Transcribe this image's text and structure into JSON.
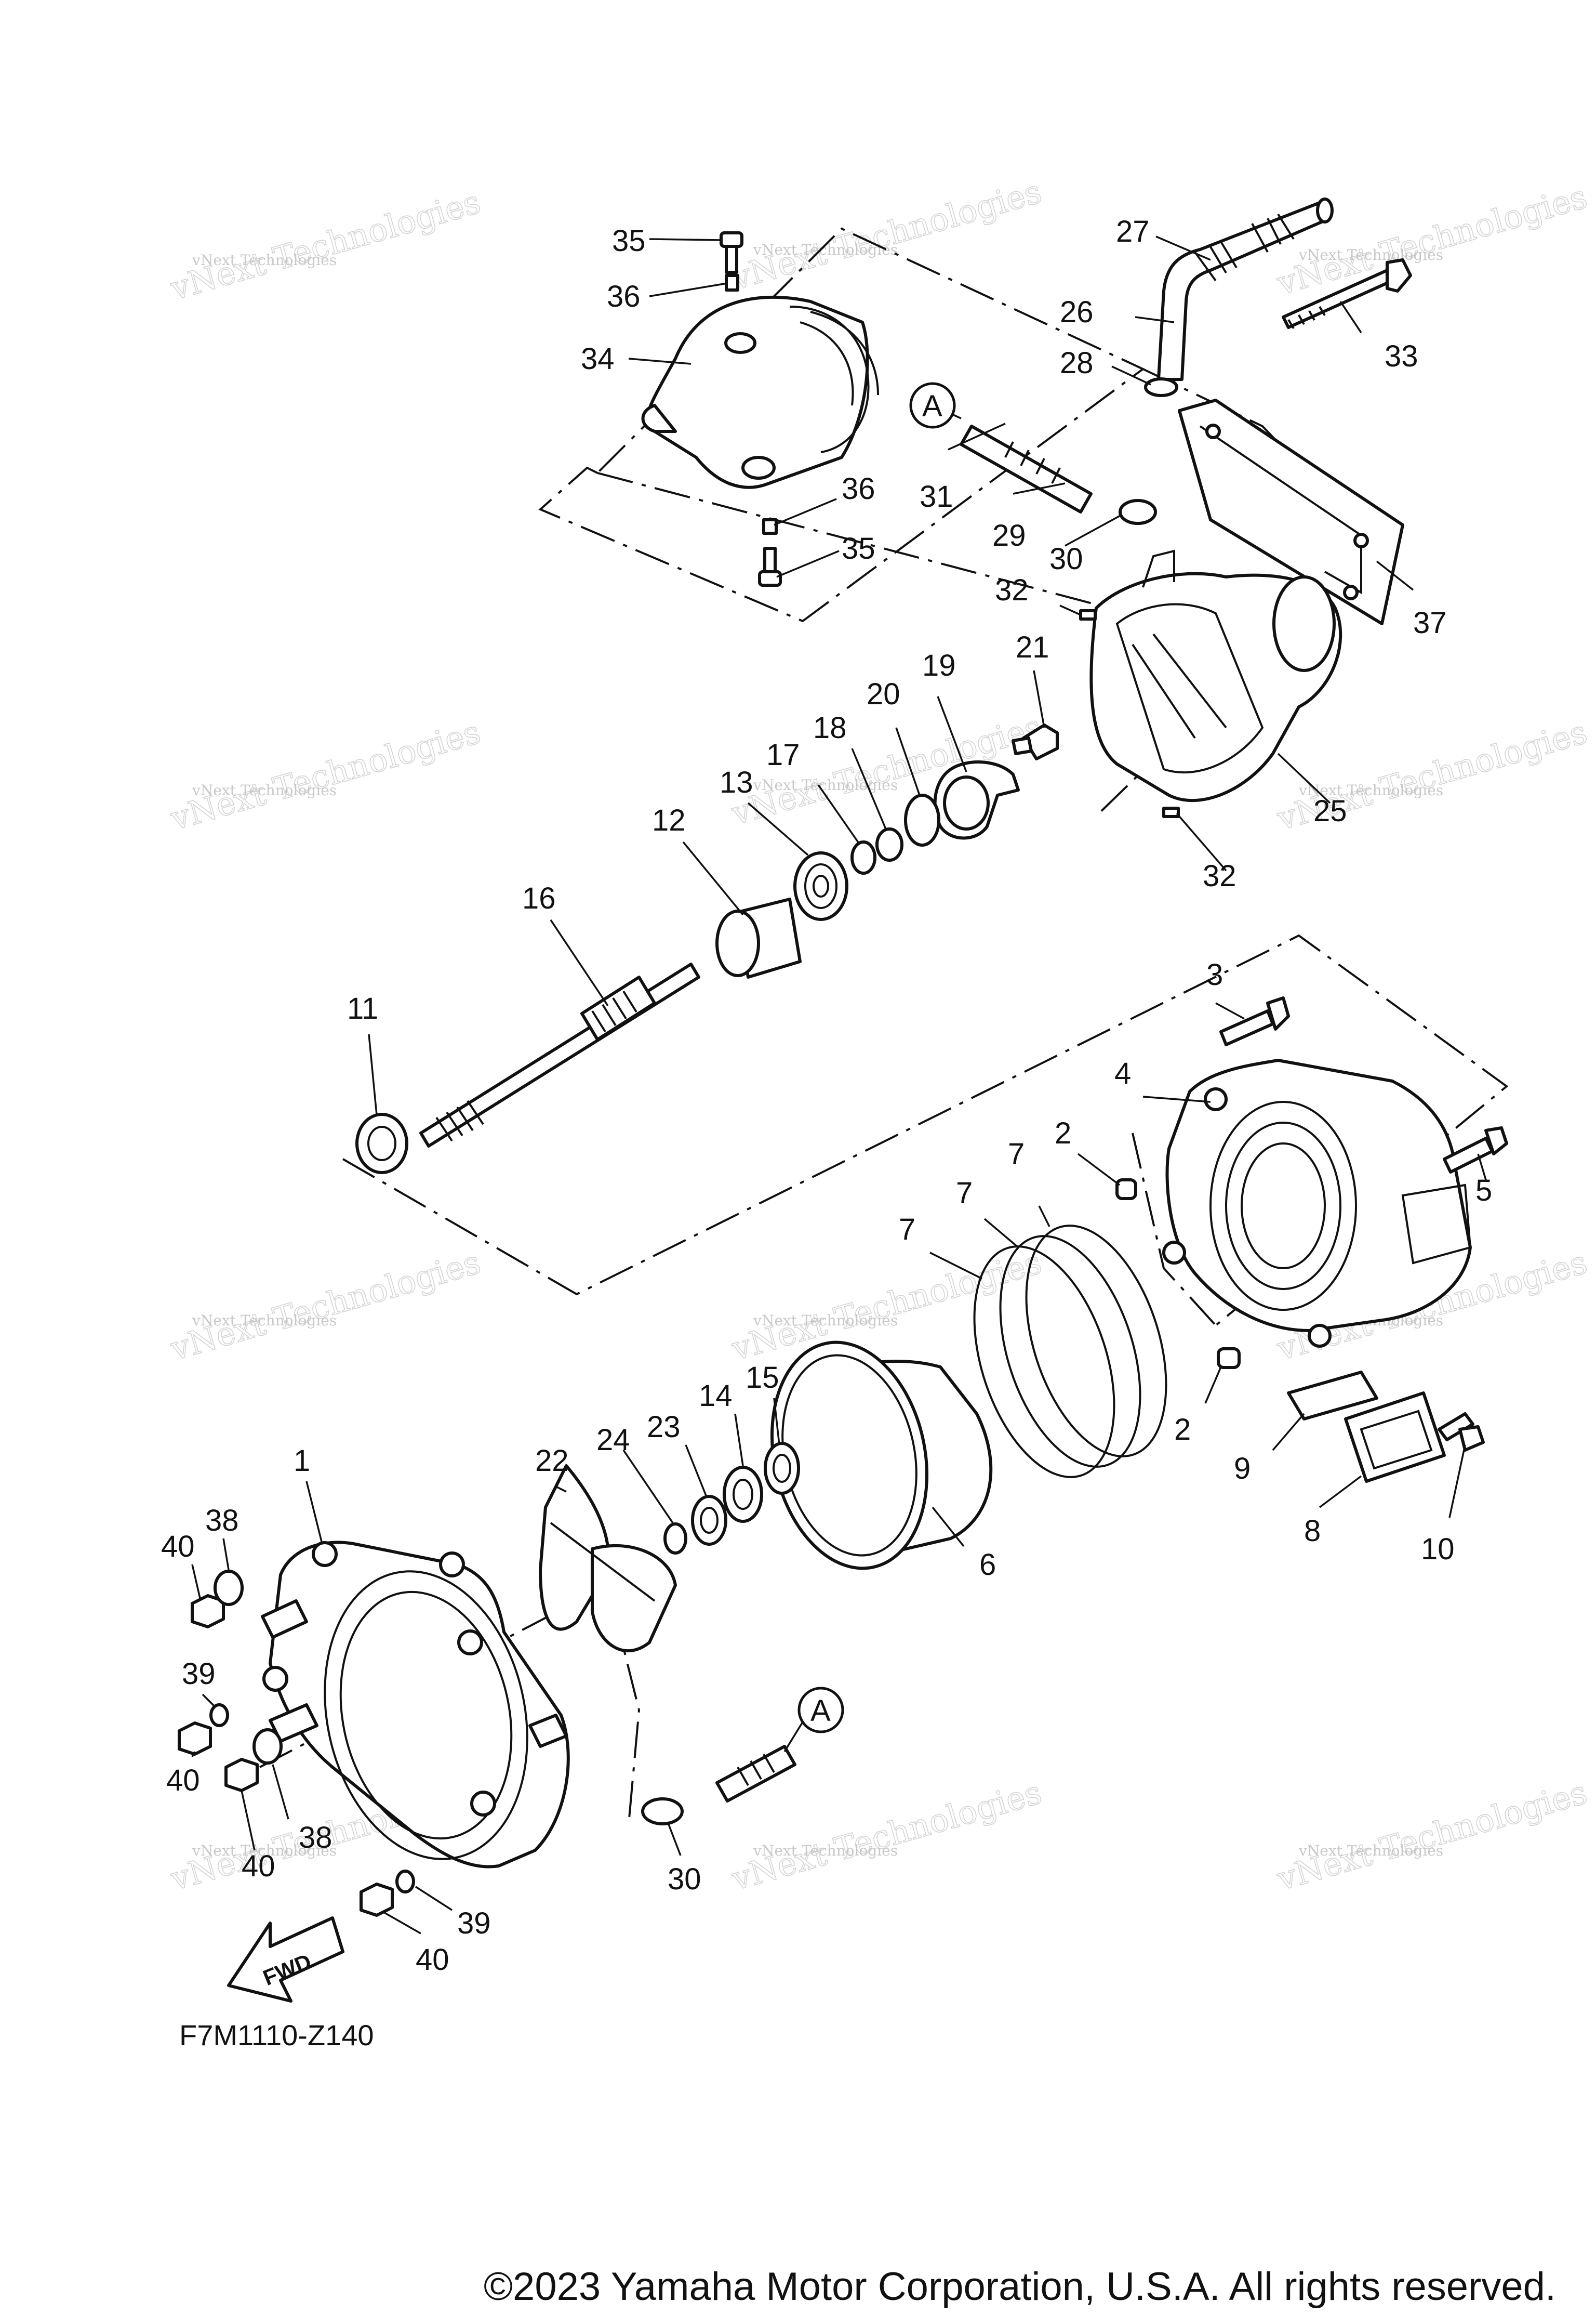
{
  "diagram": {
    "callouts": [
      {
        "id": "c1",
        "text": "1"
      },
      {
        "id": "c2a",
        "text": "2"
      },
      {
        "id": "c2b",
        "text": "2"
      },
      {
        "id": "c3",
        "text": "3"
      },
      {
        "id": "c4",
        "text": "4"
      },
      {
        "id": "c5",
        "text": "5"
      },
      {
        "id": "c6",
        "text": "6"
      },
      {
        "id": "c7a",
        "text": "7"
      },
      {
        "id": "c7b",
        "text": "7"
      },
      {
        "id": "c7c",
        "text": "7"
      },
      {
        "id": "c8",
        "text": "8"
      },
      {
        "id": "c9",
        "text": "9"
      },
      {
        "id": "c10",
        "text": "10"
      },
      {
        "id": "c11",
        "text": "11"
      },
      {
        "id": "c12",
        "text": "12"
      },
      {
        "id": "c13",
        "text": "13"
      },
      {
        "id": "c14",
        "text": "14"
      },
      {
        "id": "c15",
        "text": "15"
      },
      {
        "id": "c16",
        "text": "16"
      },
      {
        "id": "c17",
        "text": "17"
      },
      {
        "id": "c18",
        "text": "18"
      },
      {
        "id": "c19",
        "text": "19"
      },
      {
        "id": "c20",
        "text": "20"
      },
      {
        "id": "c21",
        "text": "21"
      },
      {
        "id": "c22",
        "text": "22"
      },
      {
        "id": "c23",
        "text": "23"
      },
      {
        "id": "c24",
        "text": "24"
      },
      {
        "id": "c25",
        "text": "25"
      },
      {
        "id": "c26",
        "text": "26"
      },
      {
        "id": "c27",
        "text": "27"
      },
      {
        "id": "c28",
        "text": "28"
      },
      {
        "id": "c29",
        "text": "29"
      },
      {
        "id": "c30a",
        "text": "30"
      },
      {
        "id": "c30b",
        "text": "30"
      },
      {
        "id": "c31",
        "text": "31"
      },
      {
        "id": "c32a",
        "text": "32"
      },
      {
        "id": "c32b",
        "text": "32"
      },
      {
        "id": "c33",
        "text": "33"
      },
      {
        "id": "c34",
        "text": "34"
      },
      {
        "id": "c35a",
        "text": "35"
      },
      {
        "id": "c35b",
        "text": "35"
      },
      {
        "id": "c36a",
        "text": "36"
      },
      {
        "id": "c36b",
        "text": "36"
      },
      {
        "id": "c37",
        "text": "37"
      },
      {
        "id": "c38a",
        "text": "38"
      },
      {
        "id": "c38b",
        "text": "38"
      },
      {
        "id": "c39a",
        "text": "39"
      },
      {
        "id": "c39b",
        "text": "39"
      },
      {
        "id": "c40a",
        "text": "40"
      },
      {
        "id": "c40b",
        "text": "40"
      },
      {
        "id": "c40c",
        "text": "40"
      },
      {
        "id": "c40d",
        "text": "40"
      }
    ],
    "ref_marker": "A",
    "direction_label": "FWD",
    "figure_code": "F7M1110-Z140",
    "copyright": "©2023 Yamaha Motor Corporation, U.S.A. All rights reserved.",
    "watermark_top": "vNext Technologies",
    "watermark_logo": "vNext Technologies"
  }
}
